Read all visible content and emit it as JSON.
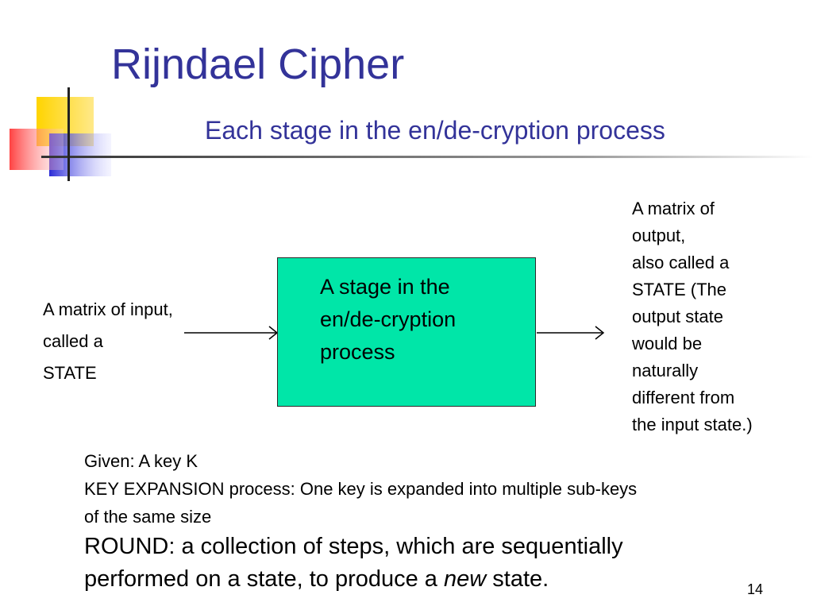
{
  "slide": {
    "title": "Rijndael Cipher",
    "subtitle": "Each stage in the en/de-cryption process",
    "page_number": "14"
  },
  "diagram": {
    "input_label": [
      "A matrix of input,",
      "called a",
      "STATE"
    ],
    "stage_label": [
      "A stage in the",
      "en/de-cryption",
      "process"
    ],
    "output_label": [
      "A matrix of",
      "output,",
      "also called a",
      "STATE (The",
      "output state",
      "would be",
      "naturally",
      "different from",
      "the input state.)"
    ],
    "colors": {
      "stage_fill": "#00e6a8",
      "title_color": "#333399",
      "decor_yellow": "#ffcc00",
      "decor_blue": "#3333cc",
      "decor_red": "#ff3333"
    }
  },
  "notes": {
    "given": "Given: A key K",
    "key_expansion_1": "KEY EXPANSION process: One key is expanded into multiple sub-keys",
    "key_expansion_2": "of the same size",
    "round_1": "ROUND: a collection of steps, which are sequentially",
    "round_2_before": "performed on a state,   to produce a ",
    "round_2_emphasis": "new",
    "round_2_after": " state."
  }
}
